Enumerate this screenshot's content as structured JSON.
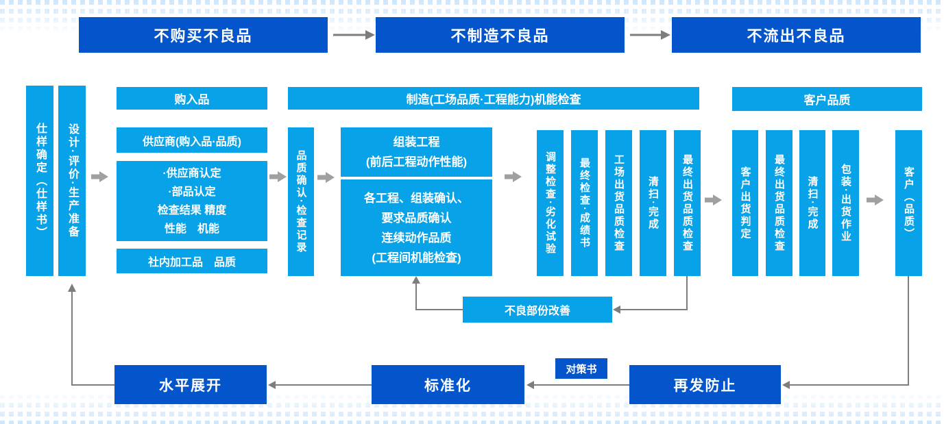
{
  "colors": {
    "dark_blue": "#0454CB",
    "light_blue": "#07A2E7",
    "arrow_gray": "#7D7D7D",
    "block_arrow_gray": "#9FA0A0",
    "pattern_blue": "#CFE6FA",
    "text_white": "#FFFFFF"
  },
  "top_flow": {
    "step1": "不购买不良品",
    "step2": "不制造不良品",
    "step3": "不流出不良品"
  },
  "left_bars": {
    "spec": "仕样确定（仕样书）",
    "design": "设计·评价·生产准备"
  },
  "purchase": {
    "header": "购入品",
    "supplier": "供应商(购入品·品质)",
    "detail_line1": "·供应商认定",
    "detail_line2": "·部品认定",
    "detail_line3": "检查结果 精度",
    "detail_line4": "性能　机能",
    "internal": "社内加工品　品质"
  },
  "quality_bar": "品质确认·检查记录",
  "manufacturing": {
    "header": "制造(工场品质·工程能力)机能检查",
    "assembly_line1": "组装工程",
    "assembly_line2": "(前后工程动作性能)",
    "process_line1": "各工程、组装确认、",
    "process_line2": "要求品质确认",
    "process_line3": "连续动作品质",
    "process_line4": "(工程间机能检查)",
    "bars": [
      "调整检查·劣化试验",
      "最终检查·成绩书",
      "工场出货品质检查",
      "清扫·完成",
      "最终出货品质检查"
    ]
  },
  "customer": {
    "header": "客户品质",
    "bars": [
      "客户出货判定",
      "最终出货品质检查",
      "清扫·完成",
      "包装·出货作业"
    ],
    "final": "客户（品质）"
  },
  "improvement": "不良部份改善",
  "bottom_flow": {
    "horizontal_deploy": "水平展开",
    "standardization": "标准化",
    "countermeasure": "对策书",
    "recurrence_prevention": "再发防止"
  }
}
